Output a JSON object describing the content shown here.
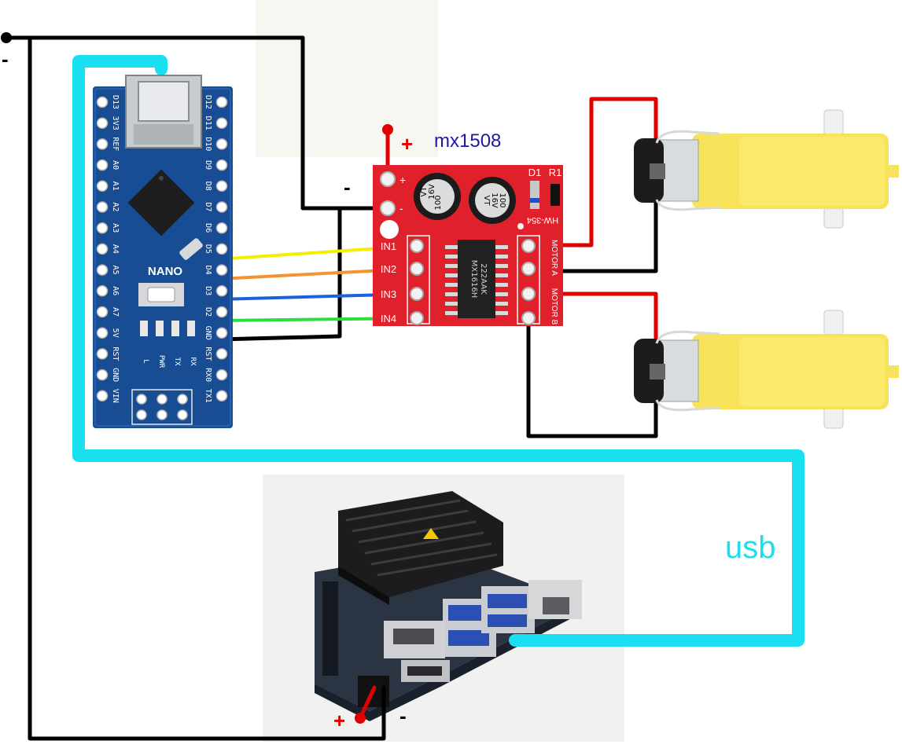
{
  "labels": {
    "driver_name": "mx1508",
    "usb": "usb",
    "minus": "-",
    "plus": "+"
  },
  "arduino": {
    "board_name": "NANO",
    "pins_left": [
      "D13",
      "3V3",
      "REF",
      "A0",
      "A1",
      "A2",
      "A3",
      "A4",
      "A5",
      "A6",
      "A7",
      "5V",
      "RST",
      "GND",
      "VIN"
    ],
    "pins_right": [
      "D12",
      "D11",
      "D10",
      "D9",
      "D8",
      "D7",
      "D6",
      "D5",
      "D4",
      "D3",
      "D2",
      "GND",
      "RST",
      "RX0",
      "TX1"
    ],
    "leds": [
      "L",
      "PWR",
      "TX",
      "RX"
    ]
  },
  "driver": {
    "inputs": [
      "IN1",
      "IN2",
      "IN3",
      "IN4"
    ],
    "chip": "MX1616H",
    "chip_code": "222AAK",
    "cap_text": [
      "100",
      "16V",
      "VT"
    ],
    "parts": [
      "D1",
      "R1"
    ],
    "model": "HW-354",
    "motor_a": "MOTOR A",
    "motor_b": "MOTOR B",
    "pin_plus": "+",
    "pin_minus": "-"
  },
  "colors": {
    "usb_cable": "#19dff0",
    "positive": "#e00000",
    "negative": "#000000",
    "wire_d5": "#f5ee00",
    "wire_d4": "#f39430",
    "wire_d3": "#1c5fe0",
    "wire_d2": "#27e03a",
    "arduino_pcb": "#184c93",
    "driver_pcb": "#e0202a",
    "motor_body": "#f7e25a"
  }
}
